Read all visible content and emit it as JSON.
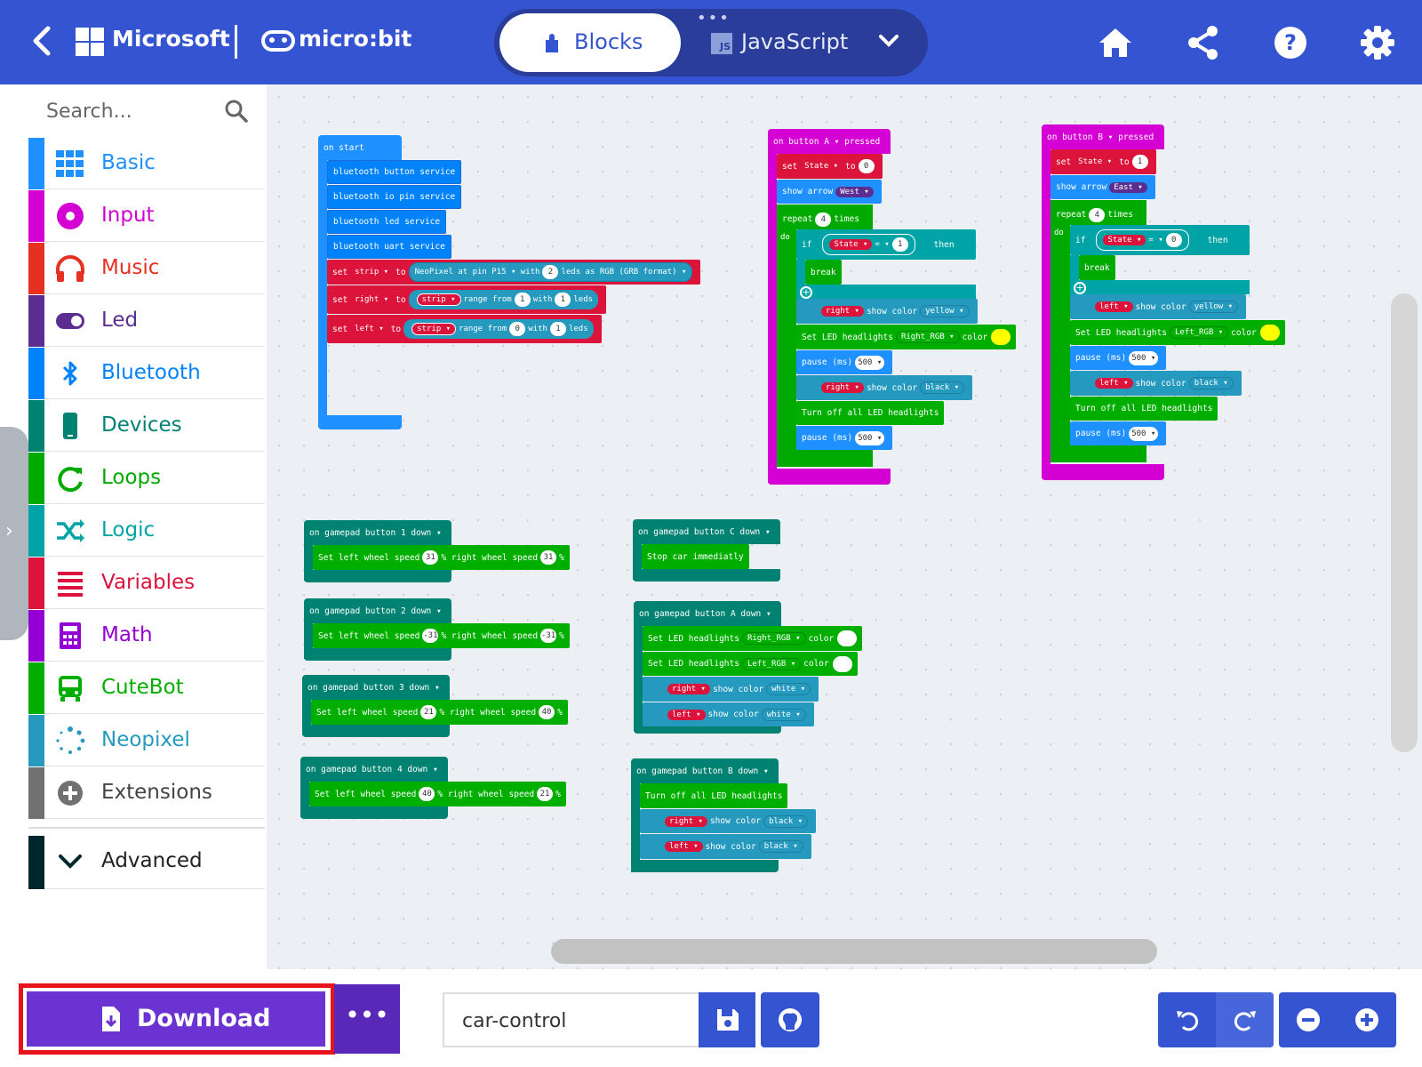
{
  "header": {
    "ms_label": "Microsoft",
    "microbit_label": "micro:bit",
    "tab_blocks": "Blocks",
    "tab_js": "JavaScript",
    "js_icon_text": "JS",
    "icons": [
      "back-icon",
      "home-icon",
      "share-icon",
      "help-icon",
      "gear-icon"
    ]
  },
  "toolbox": {
    "search_placeholder": "Search...",
    "categories": [
      {
        "label": "Basic",
        "color": "#1e90ff"
      },
      {
        "label": "Input",
        "color": "#d400d4"
      },
      {
        "label": "Music",
        "color": "#e63022"
      },
      {
        "label": "Led",
        "color": "#5c2d91"
      },
      {
        "label": "Bluetooth",
        "color": "#0082fb"
      },
      {
        "label": "Devices",
        "color": "#008272"
      },
      {
        "label": "Loops",
        "color": "#00aa00"
      },
      {
        "label": "Logic",
        "color": "#00a4a6"
      },
      {
        "label": "Variables",
        "color": "#dc143c"
      },
      {
        "label": "Math",
        "color": "#9400d3"
      },
      {
        "label": "CuteBot",
        "color": "#00ae00"
      },
      {
        "label": "Neopixel",
        "color": "#2699bf"
      },
      {
        "label": "Extensions",
        "color": "#717171"
      },
      {
        "label": "Advanced",
        "color": "#00272b"
      }
    ]
  },
  "workspace": {
    "on_start": {
      "hat": "on start",
      "s1": "bluetooth button service",
      "s2": "bluetooth io pin service",
      "s3": "bluetooth led service",
      "s4": "bluetooth uart service",
      "strip_set": "set",
      "strip_var": "strip ▾",
      "strip_to": "to",
      "strip_np": "NeoPixel at pin",
      "strip_pin": "P15 ▾",
      "strip_with": "with",
      "strip_n": "2",
      "strip_leds": "leds as",
      "strip_fmt": "RGB (GRB format) ▾",
      "right_set": "set",
      "right_var": "right ▾",
      "right_to": "to",
      "right_strip": "strip ▾",
      "right_range": "range from",
      "right_from": "1",
      "right_with": "with",
      "right_n": "1",
      "right_leds": "leds",
      "left_set": "set",
      "left_var": "left ▾",
      "left_to": "to",
      "left_strip": "strip ▾",
      "left_range": "range from",
      "left_from": "0",
      "left_with": "with",
      "left_n": "1",
      "left_leds": "leds"
    },
    "btn_a": {
      "hat_on": "on button",
      "hat_btn": "A ▾",
      "hat_pressed": "pressed",
      "set": "set",
      "state": "State ▾",
      "to": "to",
      "val": "0",
      "arrow": "show arrow",
      "dir": "West ▾",
      "repeat": "repeat",
      "times_n": "4",
      "times": "times",
      "do": "do",
      "if": "if",
      "cmp_state": "State ▾",
      "cmp_op": "= ▾",
      "cmp_val": "1",
      "then": "then",
      "break": "break",
      "c1_strip": "right ▾",
      "c1_txt": "show color",
      "c1_col": "yellow ▾",
      "hl": "Set LED headlights",
      "hl_side": "Right_RGB ▾",
      "hl_color": "color",
      "p1": "pause (ms)",
      "p1_val": "500 ▾",
      "c2_strip": "right ▾",
      "c2_txt": "show color",
      "c2_col": "black ▾",
      "off": "Turn off all LED headlights",
      "p2": "pause (ms)",
      "p2_val": "500 ▾"
    },
    "btn_b": {
      "hat_on": "on button",
      "hat_btn": "B ▾",
      "hat_pressed": "pressed",
      "set": "set",
      "state": "State ▾",
      "to": "to",
      "val": "1",
      "arrow": "show arrow",
      "dir": "East ▾",
      "repeat": "repeat",
      "times_n": "4",
      "times": "times",
      "do": "do",
      "if": "if",
      "cmp_state": "State ▾",
      "cmp_op": "= ▾",
      "cmp_val": "0",
      "then": "then",
      "break": "break",
      "c1_strip": "left ▾",
      "c1_txt": "show color",
      "c1_col": "yellow ▾",
      "hl": "Set LED headlights",
      "hl_side": "Left_RGB ▾",
      "hl_color": "color",
      "p1": "pause (ms)",
      "p1_val": "500 ▾",
      "c2_strip": "left ▾",
      "c2_txt": "show color",
      "c2_col": "black ▾",
      "off": "Turn off all LED headlights",
      "p2": "pause (ms)",
      "p2_val": "500 ▾"
    },
    "gp1": {
      "hat": "on gamepad button  1 down ▾",
      "a": "Set left wheel speed",
      "l": "31",
      "b": "% right wheel speed",
      "r": "31",
      "c": "%"
    },
    "gp2": {
      "hat": "on gamepad button  2 down ▾",
      "a": "Set left wheel speed",
      "l": "-31",
      "b": "% right wheel speed",
      "r": "-31",
      "c": "%"
    },
    "gp3": {
      "hat": "on gamepad button  3 down ▾",
      "a": "Set left wheel speed",
      "l": "21",
      "b": "% right wheel speed",
      "r": "40",
      "c": "%"
    },
    "gp4": {
      "hat": "on gamepad button  4 down ▾",
      "a": "Set left wheel speed",
      "l": "40",
      "b": "% right wheel speed",
      "r": "21",
      "c": "%"
    },
    "gpc": {
      "hat": "on gamepad button  C down ▾",
      "a": "Stop car immediatly"
    },
    "gpa": {
      "hat": "on gamepad button  A down ▾",
      "h1": "Set LED headlights",
      "h1_side": "Right_RGB ▾",
      "h1_color": "color",
      "h2": "Set LED headlights",
      "h2_side": "Left_RGB ▾",
      "h2_color": "color",
      "c1_strip": "right ▾",
      "c1_txt": "show color",
      "c1_col": "white ▾",
      "c2_strip": "left ▾",
      "c2_txt": "show color",
      "c2_col": "white ▾"
    },
    "gpb": {
      "hat": "on gamepad button  B down ▾",
      "off": "Turn off all LED headlights",
      "c1_strip": "right ▾",
      "c1_txt": "show color",
      "c1_col": "black ▾",
      "c2_strip": "left ▾",
      "c2_txt": "show color",
      "c2_col": "black ▾"
    }
  },
  "footer": {
    "download": "Download",
    "more": "•••",
    "project_name": "car-control"
  },
  "colors": {
    "header": "#3454d1",
    "download": "#6b34d2",
    "highlight": "#e8121b"
  }
}
